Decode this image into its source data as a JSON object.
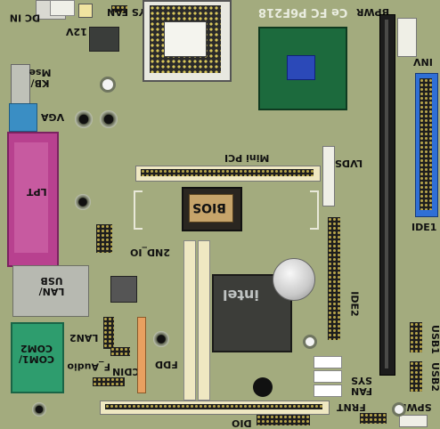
{
  "labels": {
    "dc_in": "DC IN",
    "v12": "12V",
    "sys_fan_top": "SYS FAN",
    "brand": "Ce FC P6F218",
    "bpwr": "BPWR",
    "inv": "INV",
    "kb_mse": "KB/ Mse",
    "vga": "VGA",
    "lpt": "LPT",
    "mini_pci": "Mini PCI",
    "lvds": "LVDS",
    "ide1": "IDE1",
    "bios": "BIOS",
    "second_io": "2ND_IO",
    "lan_usb": "LAN/ USB",
    "ide2": "IDE2",
    "intel_chip": "intel",
    "lan2": "LAN2",
    "com": "COM1/ COM2",
    "cdin": "CDIN",
    "f_audio": "F_Audio",
    "fdd": "FDD",
    "usb1": "USB1",
    "usb2": "USB2",
    "fan_sys": "FAN SYS",
    "frnt": "FRNT",
    "spwr": "SPWR",
    "dio": "DIO"
  },
  "colors": {
    "board": "#a3ab7e",
    "lpt_connector": "#b8418f",
    "vga_connector": "#3a8ec4",
    "com_connector": "#2e9d6e",
    "ide1_connector": "#2f6fd6",
    "heatsink": "#1c6a3d",
    "chip_die": "#2b49b8",
    "dimm_slot": "#1c1c1c"
  }
}
